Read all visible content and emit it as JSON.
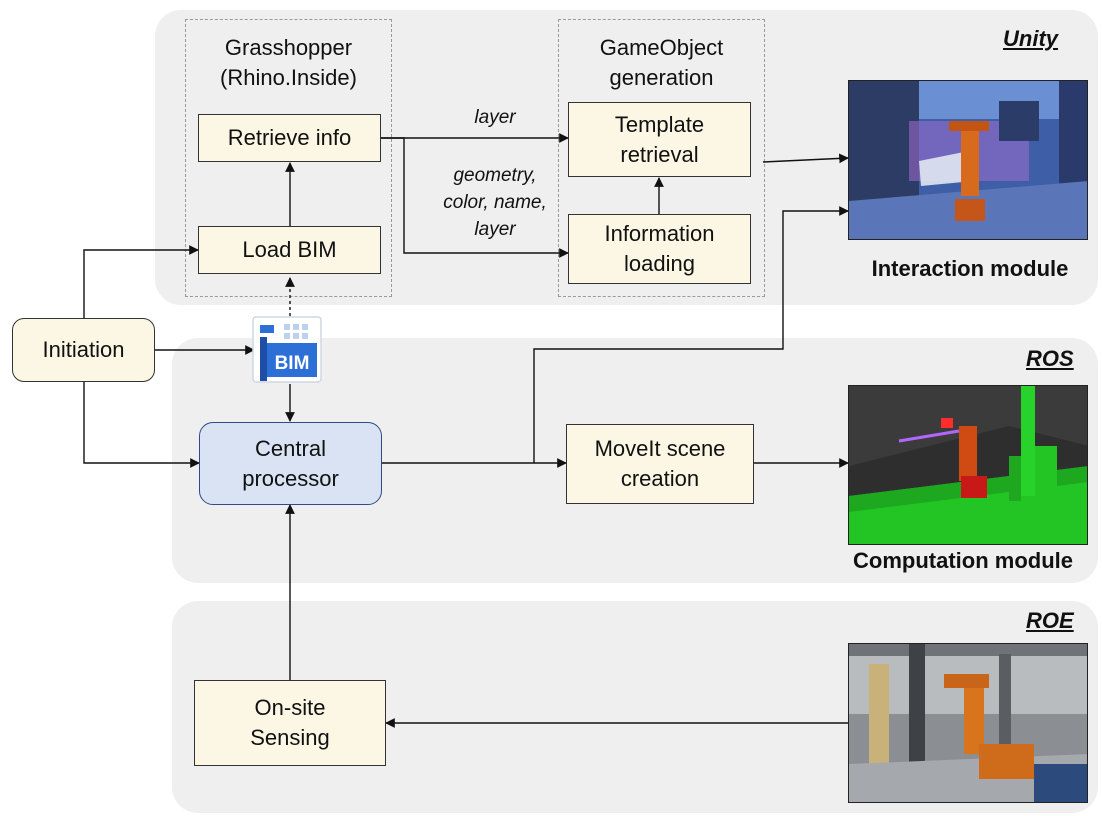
{
  "environments": {
    "unity": "Unity",
    "ros": "ROS",
    "roe": "ROE"
  },
  "groups": {
    "grasshopper": "Grasshopper\n(Rhino.Inside)",
    "gameobject": "GameObject\ngeneration"
  },
  "boxes": {
    "retrieve_info": "Retrieve info",
    "load_bim": "Load BIM",
    "template_retrieval": "Template\nretrieval",
    "information_loading": "Information\nloading",
    "initiation": "Initiation",
    "central_processor": "Central\nprocessor",
    "moveit_scene": "MoveIt scene\ncreation",
    "onsite_sensing": "On-site\nSensing"
  },
  "edge_labels": {
    "layer": "layer",
    "geometry_layer": "geometry,\ncolor, name,\nlayer"
  },
  "bim_icon_text": "BIM",
  "modules": {
    "interaction": "Interaction module",
    "computation": "Computation module"
  },
  "colors": {
    "panel": "#efefef",
    "box_fill": "#fbf7e4",
    "central_fill": "#d9e3f3",
    "central_border": "#2f4b86",
    "bim_blue": "#2c6fd6",
    "moveit_green": "#22c524"
  }
}
